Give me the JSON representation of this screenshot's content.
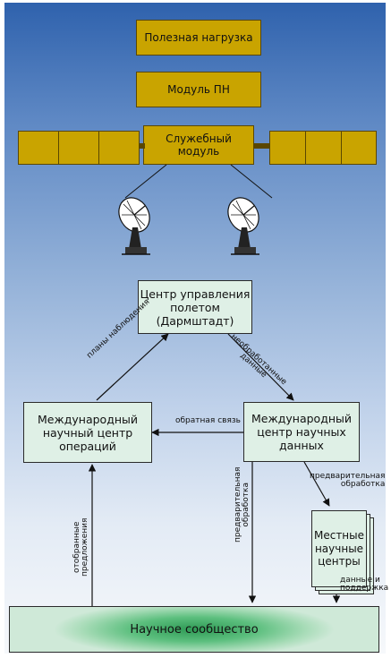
{
  "satellite": {
    "payload": "Полезная нагрузка",
    "payload_module": "Модуль ПН",
    "service_module": "Служебный модуль"
  },
  "nodes": {
    "mission_control": "Центр управления\nполетом\n(Дармштадт)",
    "science_ops": "Международный\nнаучный центр\nопераций",
    "science_data": "Международный\nцентр научных\nданных",
    "local_centers": "Местные\nнаучные\nцентры",
    "science_community": "Научное сообщество"
  },
  "edge_labels": {
    "observation_plans": "планы наблюдения",
    "raw_data": "необработанные\nданные",
    "feedback": "обратная связь",
    "preprocessing_right": "предварительная\nобработка",
    "preprocessing_vertical": "предварительная\nобработка",
    "selected_proposals": "отобранные\nпредложения",
    "data_and_support": "данные и\nподдержка"
  },
  "icons": [
    "satellite-dish-icon",
    "satellite-dish-icon"
  ],
  "colors": {
    "gold": "#c9a400",
    "mint": "#dff0e6",
    "panel_top": "#2f62ad",
    "community_center": "#2f9a55"
  }
}
